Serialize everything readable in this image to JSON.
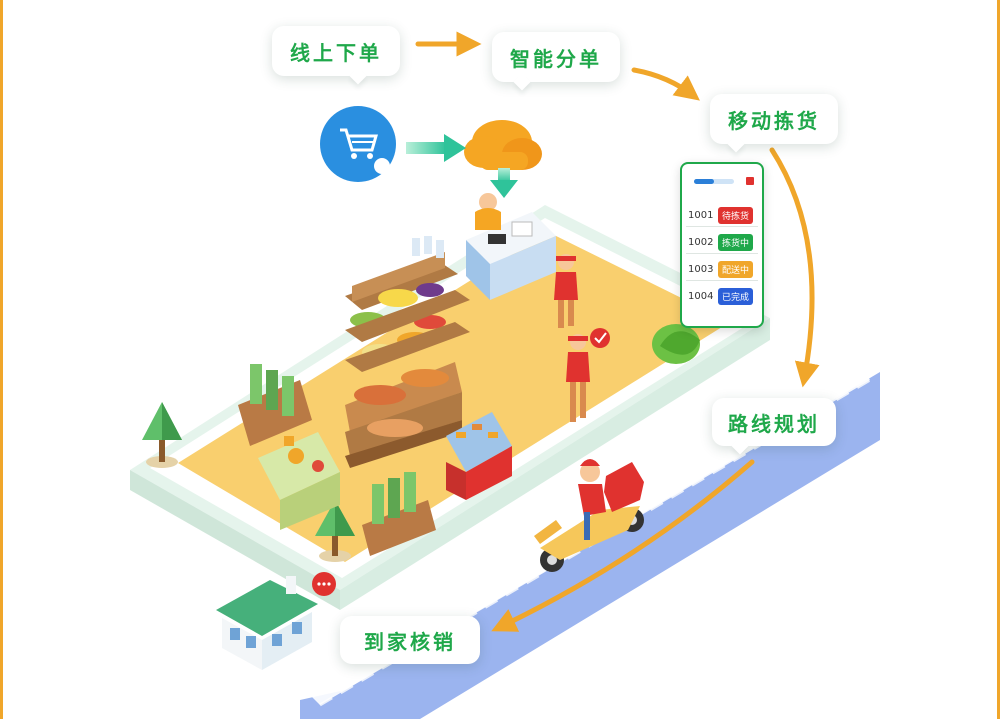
{
  "steps": {
    "online_order": "线上下单",
    "smart_dispatch": "智能分单",
    "mobile_picking": "移动拣货",
    "route_planning": "路线规划",
    "home_verification": "到家核销"
  },
  "order_panel": {
    "orders": [
      {
        "id": "1001",
        "status": "待拣货",
        "color": "#e0322f"
      },
      {
        "id": "1002",
        "status": "拣货中",
        "color": "#1fa84a"
      },
      {
        "id": "1003",
        "status": "配送中",
        "color": "#f0a62a"
      },
      {
        "id": "1004",
        "status": "已完成",
        "color": "#2b5fd8"
      }
    ]
  },
  "colors": {
    "step_text": "#1fa84a",
    "arrow": "#f0a62a",
    "floor": "#f9cf6e",
    "road": "#7f9ee8",
    "cart_badge": "#2a8fe0",
    "cloud": "#f5a623"
  },
  "icons": [
    "shopping-cart-icon",
    "cloud-icon",
    "check-icon",
    "chat-bubble-icon"
  ]
}
